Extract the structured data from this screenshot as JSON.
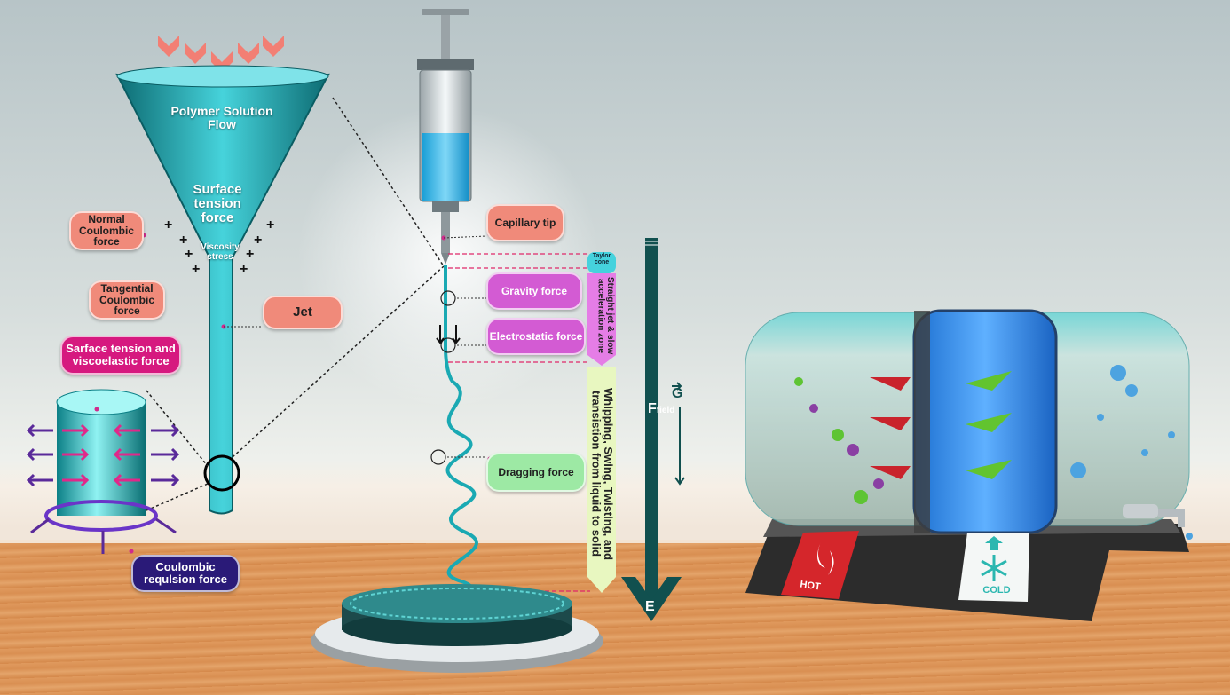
{
  "funnel": {
    "flow_label": "Polymer Solution Flow",
    "surface_tension": "Surface tension force",
    "viscosity": "Viscosity stress"
  },
  "bubbles": {
    "normal_coulombic": "Normal Coulombic force",
    "tangential_coulombic": "Tangential Coulombic force",
    "jet": "Jet",
    "surface_viscoelastic": "Sarface tension and viscoelastic force",
    "coulombic_repulsion": "Coulombic requlsion force",
    "capillary_tip": "Capillary tip",
    "gravity": "Gravity force",
    "electrostatic": "Electrostatic force",
    "dragging": "Dragging force"
  },
  "zones": {
    "taylor_cone": "Taylor cone",
    "straight_jet": "Straight jet & slow acceleration zone",
    "whipping": "Whipping, Swing, Twisting, and transistion from liquid to solid"
  },
  "field": {
    "g_label": "G",
    "f_label": "F",
    "f_subscript": "field",
    "e_label": "E"
  },
  "device": {
    "hot_label": "HOT",
    "cold_label": "COLD"
  },
  "colors": {
    "teal": "#1aa9b3",
    "dark_teal": "#11504f",
    "salmon": "#f08a7a",
    "magenta": "#d35bd3",
    "navy": "#2a1a78",
    "hot_red": "#d5262b",
    "cold_teal": "#2bb7b0"
  }
}
